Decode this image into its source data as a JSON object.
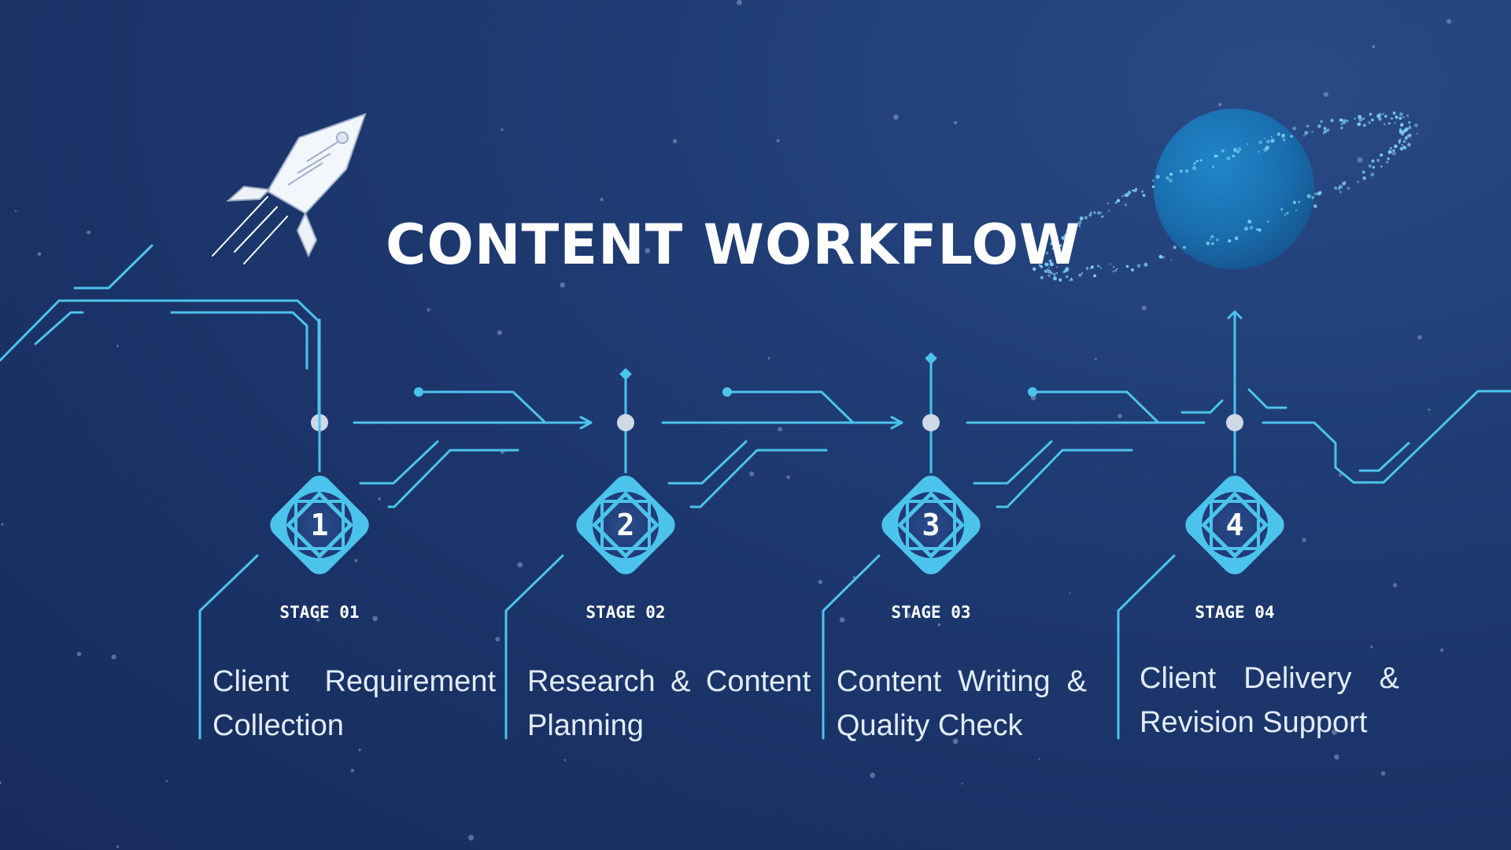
{
  "title": "CONTENT WORKFLOW",
  "colors": {
    "background": "#1b3468",
    "accent": "#4cc3ec",
    "node": "#cfd9e6",
    "text": "#ffffff"
  },
  "icons": {
    "left": "rocket-icon",
    "right": "ringed-planet-icon"
  },
  "stages": [
    {
      "number": "1",
      "label": "STAGE 01",
      "description": "Client Requirement Collection"
    },
    {
      "number": "2",
      "label": "STAGE 02",
      "description": "Research & Content Planning"
    },
    {
      "number": "3",
      "label": "STAGE 03",
      "description": "Content Writing & Quality Check"
    },
    {
      "number": "4",
      "label": "STAGE 04",
      "description": "Client Delivery & Revision Support"
    }
  ]
}
